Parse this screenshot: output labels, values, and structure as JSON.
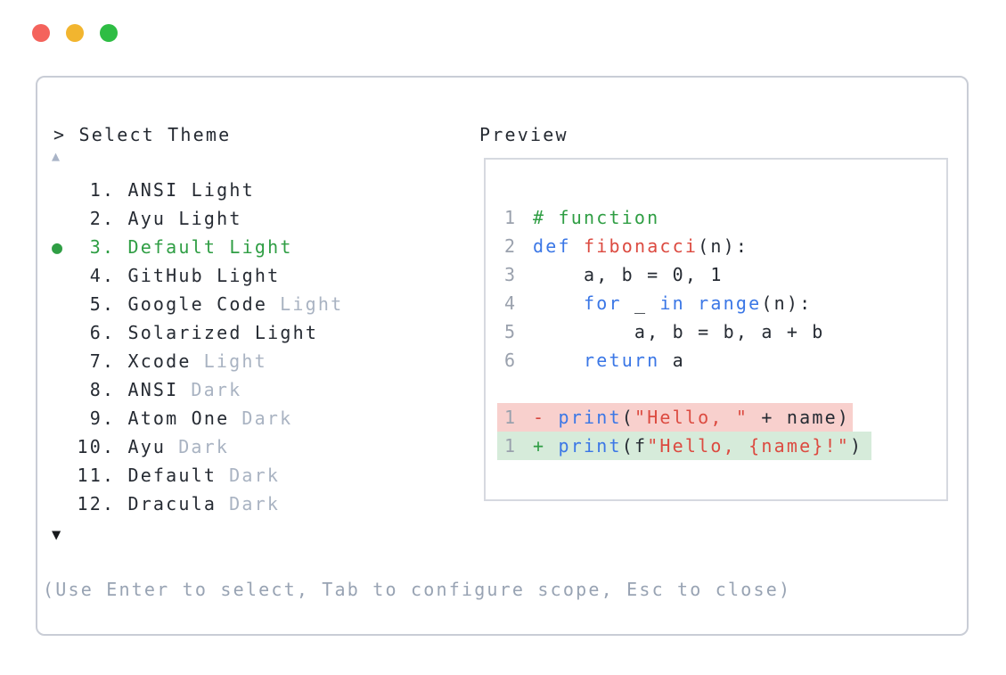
{
  "window": {
    "traffic_lights": [
      {
        "name": "close-button",
        "color": "#f4635c"
      },
      {
        "name": "minimize-button",
        "color": "#f2b52f"
      },
      {
        "name": "maximize-button",
        "color": "#2ebd44"
      }
    ]
  },
  "theme_picker": {
    "prompt": "> Select Theme",
    "scroll_up_indicator": "▲",
    "scroll_down_indicator": "▼",
    "selected_index": 3,
    "items": [
      {
        "prefix": "   1. ",
        "name": "ANSI Light",
        "suffix": "",
        "selected": false
      },
      {
        "prefix": "   2. ",
        "name": "Ayu Light",
        "suffix": "",
        "selected": false
      },
      {
        "prefix": "●  3. ",
        "name": "Default Light",
        "suffix": "",
        "selected": true
      },
      {
        "prefix": "   4. ",
        "name": "GitHub Light",
        "suffix": "",
        "selected": false
      },
      {
        "prefix": "   5. ",
        "name": "Google Code",
        "suffix": "Light",
        "selected": false
      },
      {
        "prefix": "   6. ",
        "name": "Solarized Light",
        "suffix": "",
        "selected": false
      },
      {
        "prefix": "   7. ",
        "name": "Xcode",
        "suffix": "Light",
        "selected": false
      },
      {
        "prefix": "   8. ",
        "name": "ANSI",
        "suffix": "Dark",
        "selected": false
      },
      {
        "prefix": "   9. ",
        "name": "Atom One",
        "suffix": "Dark",
        "selected": false
      },
      {
        "prefix": "  10. ",
        "name": "Ayu",
        "suffix": "Dark",
        "selected": false
      },
      {
        "prefix": "  11. ",
        "name": "Default",
        "suffix": "Dark",
        "selected": false
      },
      {
        "prefix": "  12. ",
        "name": "Dracula",
        "suffix": "Dark",
        "selected": false
      }
    ],
    "footer_hint": "(Use Enter to select, Tab to configure scope, Esc to close)"
  },
  "preview": {
    "label": "Preview",
    "code_lines": [
      {
        "num": "1",
        "tokens": [
          {
            "t": "# function",
            "c": "com"
          }
        ]
      },
      {
        "num": "2",
        "tokens": [
          {
            "t": "def",
            "c": "kw"
          },
          {
            "t": " ",
            "c": "pl"
          },
          {
            "t": "fibonacci",
            "c": "fn"
          },
          {
            "t": "(n):",
            "c": "pl"
          }
        ]
      },
      {
        "num": "3",
        "tokens": [
          {
            "t": "    a, b = 0, 1",
            "c": "pl"
          }
        ]
      },
      {
        "num": "4",
        "tokens": [
          {
            "t": "    ",
            "c": "pl"
          },
          {
            "t": "for",
            "c": "kw"
          },
          {
            "t": " _ ",
            "c": "pl"
          },
          {
            "t": "in",
            "c": "kw"
          },
          {
            "t": " ",
            "c": "pl"
          },
          {
            "t": "range",
            "c": "kw"
          },
          {
            "t": "(n):",
            "c": "pl"
          }
        ]
      },
      {
        "num": "5",
        "tokens": [
          {
            "t": "        a, b = b, a + b",
            "c": "pl"
          }
        ]
      },
      {
        "num": "6",
        "tokens": [
          {
            "t": "    ",
            "c": "pl"
          },
          {
            "t": "return",
            "c": "kw"
          },
          {
            "t": " a",
            "c": "pl"
          }
        ]
      }
    ],
    "diff_lines": [
      {
        "num": "1",
        "sign": "- ",
        "type": "removed",
        "tokens": [
          {
            "t": "print",
            "c": "kw"
          },
          {
            "t": "(",
            "c": "pl"
          },
          {
            "t": "\"Hello, \"",
            "c": "str"
          },
          {
            "t": " + name)",
            "c": "pl"
          }
        ]
      },
      {
        "num": "1",
        "sign": "+ ",
        "type": "added",
        "tokens": [
          {
            "t": "print",
            "c": "kw"
          },
          {
            "t": "(f",
            "c": "pl"
          },
          {
            "t": "\"Hello, {name}!\"",
            "c": "str"
          },
          {
            "t": ")",
            "c": "pl"
          }
        ]
      }
    ]
  },
  "colors": {
    "accent_green": "#2f9e44",
    "keyword_blue": "#3b77e6",
    "function_red": "#dc4b41",
    "string_red": "#dc4b41",
    "comment_green": "#2f9e44",
    "plain_text": "#262b33",
    "muted_suffix_gray": "#a9b3c2",
    "footer_gray": "#98a3b3",
    "line_number_gray": "#9aa1ad",
    "diff_removed_bg": "#f8d0cd",
    "diff_added_bg": "#d6ebda",
    "diff_minus": "#d6453d",
    "diff_plus": "#2f9e44",
    "panel_border": "#c9cdd6",
    "preview_border": "#d6d9e0",
    "traffic_red": "#f4635c",
    "traffic_yellow": "#f2b52f",
    "traffic_green": "#2ebd44"
  }
}
